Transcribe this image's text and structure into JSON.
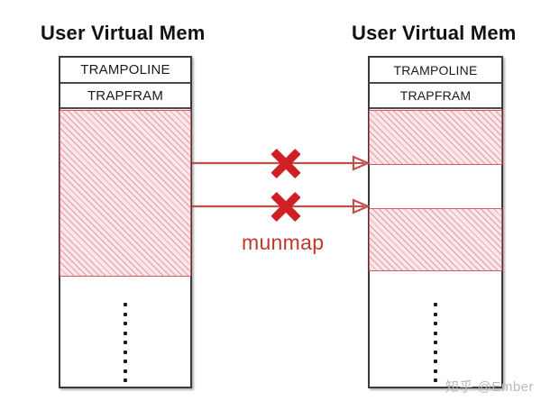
{
  "diagram": {
    "title_left": "User Virtual Mem",
    "title_right": "User Virtual Mem",
    "operation_label": "munmap",
    "watermark": "知乎 @Ember",
    "colors": {
      "box_border": "#3a3a3a",
      "mapped_region_border": "#d9566a",
      "mapped_region_fill": "#fae7ea",
      "arrow": "#c0504d",
      "x_mark": "#cf2026",
      "operation_text": "#c0392b",
      "watermark": "#b9b9b9"
    },
    "left_box": {
      "segments": [
        {
          "label": "TRAMPOLINE"
        },
        {
          "label": "TRAPFRAM"
        }
      ],
      "mapped_regions": [
        {
          "name": "mapped-region-full"
        }
      ],
      "ellipsis_dots": 9
    },
    "right_box": {
      "segments": [
        {
          "label": "TRAMPOLINE"
        },
        {
          "label": "TRAPFRAM"
        }
      ],
      "mapped_regions": [
        {
          "name": "mapped-region-upper"
        },
        {
          "name": "mapped-region-lower"
        }
      ],
      "ellipsis_dots": 9
    },
    "arrows": [
      {
        "name": "munmap-arrow-top"
      },
      {
        "name": "munmap-arrow-bottom"
      }
    ],
    "x_marks": [
      {
        "name": "x-mark-top"
      },
      {
        "name": "x-mark-bottom"
      }
    ]
  }
}
